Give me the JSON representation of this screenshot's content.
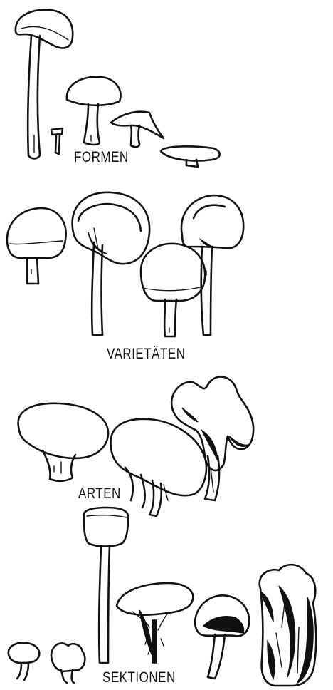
{
  "labels": {
    "formen": "FORMEN",
    "varietaten": "VARIETÄTEN",
    "arten": "ARTEN",
    "sektionen": "SEKTIONEN"
  },
  "groups": [
    {
      "name": "formen",
      "label": "FORMEN",
      "count": 5
    },
    {
      "name": "varietaten",
      "label": "VARIETÄTEN",
      "count": 4
    },
    {
      "name": "arten",
      "label": "ARTEN",
      "count": 3
    },
    {
      "name": "sektionen",
      "label": "SEKTIONEN",
      "count": 6
    }
  ]
}
